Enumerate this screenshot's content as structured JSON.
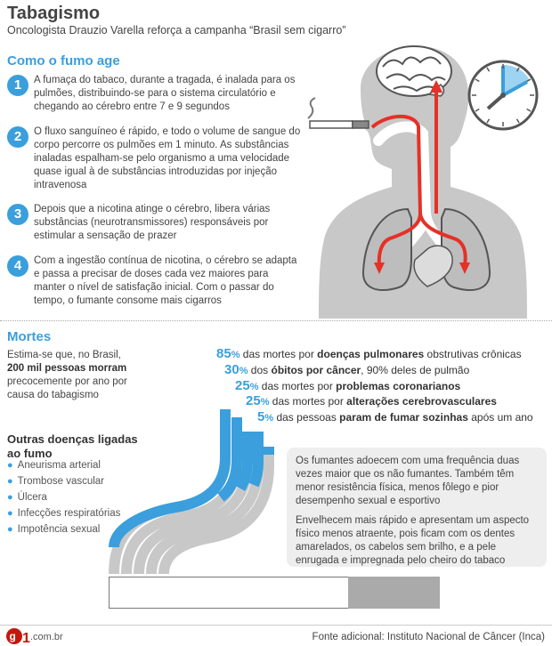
{
  "header": {
    "title": "Tabagismo",
    "subtitle": "Oncologista Drauzio Varella reforça a campanha “Brasil sem cigarro”"
  },
  "section1": {
    "title": "Como o fumo age",
    "steps": [
      {
        "num": "1",
        "text": "A fumaça do tabaco, durante a tragada, é inalada para os pulmões, distribuindo-se para o sistema circulatório e chegando ao cérebro entre 7 e 9 segundos"
      },
      {
        "num": "2",
        "text": "O fluxo sanguíneo é rápido, e todo o volume de sangue do corpo percorre os pulmões em 1 minuto. As substâncias inaladas espalham-se pelo organismo a uma velocidade quase igual à de substâncias introduzidas por injeção intravenosa"
      },
      {
        "num": "3",
        "text": "Depois que a nicotina atinge o cérebro, libera várias substâncias (neurotransmissores) responsáveis por estimular a sensação de prazer"
      },
      {
        "num": "4",
        "text": "Com a ingestão contínua de nicotina, o cérebro se adapta e passa a precisar de doses cada vez maiores para manter o nível de satisfação inicial. Com o passar do tempo, o fumante consome mais cigarros"
      }
    ]
  },
  "section2": {
    "title": "Mortes",
    "intro_pre": "Estima-se que, no Brasil,",
    "intro_bold": "200 mil pessoas morram",
    "intro_post": "precocemente por ano por causa do tabagismo",
    "stats": [
      {
        "pct": "85",
        "pre": " das mortes por ",
        "bold": "doenças pulmonares",
        "post": " obstrutivas crônicas"
      },
      {
        "pct": "30",
        "pre": " dos ",
        "bold": "óbitos por câncer",
        "post": ", 90% deles de pulmão"
      },
      {
        "pct": "25",
        "pre": " das mortes por ",
        "bold": "problemas coronarianos",
        "post": ""
      },
      {
        "pct": "25",
        "pre": " das mortes por ",
        "bold": "alterações cerebrovasculares",
        "post": ""
      },
      {
        "pct": "5",
        "pre": " das pessoas ",
        "bold": "param de fumar sozinhas",
        "post": " após um ano"
      }
    ],
    "percent_sign": "%"
  },
  "other_diseases": {
    "title": "Outras doenças ligadas ao fumo",
    "items": [
      "Aneurisma arterial",
      "Trombose vascular",
      "Úlcera",
      "Infecções respiratórias",
      "Impotência sexual"
    ]
  },
  "info": {
    "p1": "Os fumantes adoecem com uma frequência duas vezes maior que os não fumantes. Também têm menor resistência física, menos fôlego e pior desempenho sexual e esportivo",
    "p2": "Envelhecem mais rápido e apresentam um aspecto físico menos atraente, pois ficam com os dentes amarelados, os cabelos sem brilho, e a pele enrugada e impregnada pelo cheiro do tabaco"
  },
  "footer": {
    "logo_text": "g1",
    "domain": ".com.br",
    "source": "Fonte adicional: Instituto Nacional de Câncer (Inca)"
  },
  "icons": [
    "brain-icon",
    "clock-icon",
    "cigarette-icon",
    "lungs-icon",
    "heart-icon",
    "head-silhouette-icon"
  ],
  "colors": {
    "accent": "#3a9fdc",
    "arrow": "#e53127",
    "body_gray": "#c8c8c8"
  }
}
